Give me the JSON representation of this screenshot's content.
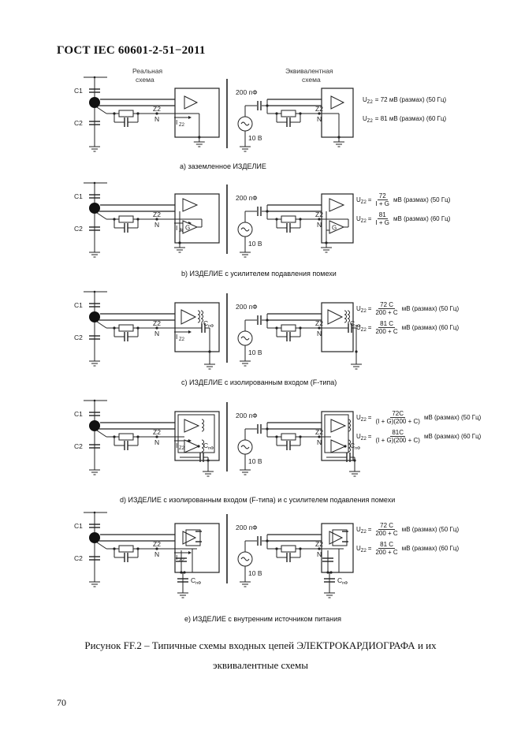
{
  "header": {
    "title": "ГОСТ IEC 60601-2-51−2011"
  },
  "column_labels": {
    "real": "Реальная схема",
    "real_line1": "Реальная",
    "real_line2": "схема",
    "equivalent_line1": "Эквивалентная",
    "equivalent_line2": "схема"
  },
  "component_labels": {
    "c1": "C1",
    "c2": "C2",
    "z2": "Z2",
    "n": "N",
    "i_z2": "I",
    "i_z2_sub": "Z2",
    "cap_200": "200 пФ",
    "source_10v": "10 В",
    "g": "G",
    "c_pf": "C",
    "c_pf_sub": "пФ"
  },
  "panels": [
    {
      "id": "a",
      "caption": "a)  заземленное ИЗДЕЛИЕ",
      "formulas": [
        {
          "lhs": "U",
          "lhs_sub": "Z2",
          "eq": "= 72 мВ (размах) (50 Гц)"
        },
        {
          "lhs": "U",
          "lhs_sub": "Z2",
          "eq": "= 81 мВ (размах) (60 Гц)"
        }
      ]
    },
    {
      "id": "b",
      "caption": "b)  ИЗДЕЛИЕ с усилителем подавления помехи",
      "formulas": [
        {
          "lhs": "U",
          "lhs_sub": "Z2",
          "num": "72",
          "den": "I + G",
          "tail": "мВ (размах) (50 Гц)"
        },
        {
          "lhs": "U",
          "lhs_sub": "Z2",
          "num": "81",
          "den": "I + G",
          "tail": "мВ (размах) (60 Гц)"
        }
      ]
    },
    {
      "id": "c",
      "caption": "c)  ИЗДЕЛИЕ с изолированным входом (F-типа)",
      "formulas": [
        {
          "lhs": "U",
          "lhs_sub": "Z2",
          "num": "72 C",
          "den": "200 + C",
          "tail": "мВ (размах) (50 Гц)"
        },
        {
          "lhs": "U",
          "lhs_sub": "Z2",
          "num": "81 C",
          "den": "200 + C",
          "tail": "мВ (размах) (60 Гц)"
        }
      ]
    },
    {
      "id": "d",
      "caption": "d)  ИЗДЕЛИЕ с изолированным входом (F-типа) и с усилителем подавления помехи",
      "formulas": [
        {
          "lhs": "U",
          "lhs_sub": "Z2",
          "num": "72C",
          "den": "(I + G)(200 + C)",
          "tail": "мВ (размах) (50 Гц)"
        },
        {
          "lhs": "U",
          "lhs_sub": "Z2",
          "num": "81C",
          "den": "(I + G)(200 + C)",
          "tail": "мВ (размах) (60 Гц)"
        }
      ]
    },
    {
      "id": "e",
      "caption": "e)  ИЗДЕЛИЕ с внутренним источником питания",
      "formulas": [
        {
          "lhs": "U",
          "lhs_sub": "Z2",
          "num": "72 C",
          "den": "200 + C",
          "tail": "мВ (размах) (50 Гц)"
        },
        {
          "lhs": "U",
          "lhs_sub": "Z2",
          "num": "81 C",
          "den": "200 + C",
          "tail": "мВ (размах) (60 Гц)"
        }
      ]
    }
  ],
  "figure_caption": {
    "line1": "Рисунок FF.2 – Типичные схемы входных цепей ЭЛЕКТРОКАРДИОГРАФА и их",
    "line2": "эквивалентные схемы"
  },
  "page_number": "70"
}
